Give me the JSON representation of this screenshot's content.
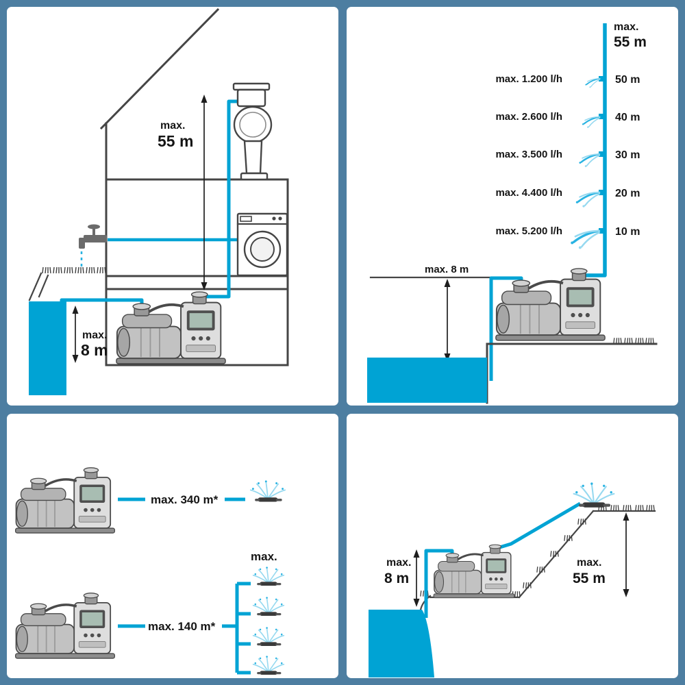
{
  "theme": {
    "background": "#4d7ea1",
    "panel_bg": "#ffffff",
    "water_blue": "#00a3d4",
    "spray_blue": "#96d9f0",
    "line_dark": "#454545",
    "text_color": "#151515"
  },
  "panels": {
    "house": {
      "description": "house-cross-section-delivery-height",
      "height_prefix": "max.",
      "height_value": "55 m",
      "depth_prefix": "max.",
      "depth_value": "8 m"
    },
    "flow": {
      "description": "flow-rate-vs-delivery-height",
      "top_prefix": "max.",
      "top_value": "55 m",
      "suction_label": "max. 8 m",
      "rows": [
        {
          "flow": "max. 1.200 l/h",
          "height": "50 m"
        },
        {
          "flow": "max. 2.600 l/h",
          "height": "40 m"
        },
        {
          "flow": "max. 3.500 l/h",
          "height": "30 m"
        },
        {
          "flow": "max. 4.400 l/h",
          "height": "20 m"
        },
        {
          "flow": "max. 5.200 l/h",
          "height": "10 m"
        }
      ]
    },
    "hoses": {
      "description": "max-hose-lengths",
      "single_length": "max. 340 m*",
      "multi_header": "max.",
      "multi_length": "max. 140 m*"
    },
    "pond": {
      "description": "pond-suction-and-slope-delivery",
      "depth_prefix": "max.",
      "depth_value": "8 m",
      "height_prefix": "max.",
      "height_value": "55 m"
    }
  }
}
